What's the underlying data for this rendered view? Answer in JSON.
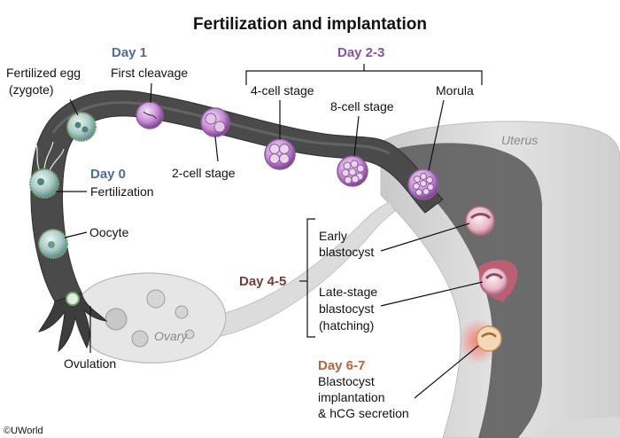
{
  "title": "Fertilization and implantation",
  "colors": {
    "day_blue": "#4e6b9e",
    "day_purple": "#8a4fa6",
    "day_brown": "#7a3a3a",
    "day_tan": "#b5663d",
    "tube_dark": "#4b4b4b",
    "uterus_gray": "#d2d2d2",
    "cell_purple": "#b06fc0",
    "implant_red": "#e46a5e"
  },
  "days": {
    "day0": "Day 0",
    "day1": "Day 1",
    "day23": "Day 2-3",
    "day45": "Day 4-5",
    "day67": "Day 6-7"
  },
  "labels": {
    "fertilized_egg_line1": "Fertilized egg",
    "fertilized_egg_line2": "(zygote)",
    "first_cleavage": "First cleavage",
    "fertilization": "Fertilization",
    "two_cell": "2-cell stage",
    "four_cell": "4-cell stage",
    "eight_cell": "8-cell stage",
    "morula": "Morula",
    "oocyte": "Oocyte",
    "ovulation": "Ovulation",
    "early_blast_line1": "Early",
    "early_blast_line2": "blastocyst",
    "late_blast_line1": "Late-stage",
    "late_blast_line2": "blastocyst",
    "late_blast_line3": "(hatching)",
    "implant_line1": "Blastocyst",
    "implant_line2": "implantation",
    "implant_line3": "& hCG secretion"
  },
  "organs": {
    "uterus": "Uterus",
    "ovary": "Ovary"
  },
  "copyright": "©UWorld"
}
